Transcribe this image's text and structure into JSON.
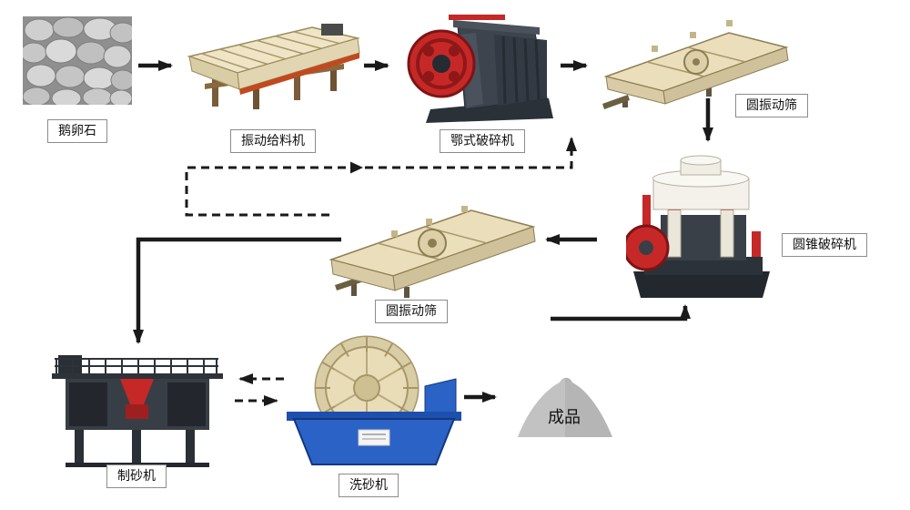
{
  "diagram": {
    "background": "#ffffff",
    "nodes": [
      {
        "id": "pebble",
        "label": "鹅卵石",
        "type": "material-photo"
      },
      {
        "id": "feeder",
        "label": "振动给料机",
        "type": "machine"
      },
      {
        "id": "jaw-crusher",
        "label": "鄂式破碎机",
        "type": "machine"
      },
      {
        "id": "screen-top",
        "label": "圆振动筛",
        "type": "machine"
      },
      {
        "id": "cone-crusher",
        "label": "圆锥破碎机",
        "type": "machine"
      },
      {
        "id": "screen-mid",
        "label": "圆振动筛",
        "type": "machine"
      },
      {
        "id": "sand-maker",
        "label": "制砂机",
        "type": "machine"
      },
      {
        "id": "sand-washer",
        "label": "洗砂机",
        "type": "machine"
      },
      {
        "id": "product",
        "label": "成品",
        "type": "product-pile"
      }
    ],
    "edges": [
      {
        "from": "pebble",
        "to": "feeder",
        "style": "solid"
      },
      {
        "from": "feeder",
        "to": "jaw-crusher",
        "style": "solid"
      },
      {
        "from": "jaw-crusher",
        "to": "screen-top",
        "style": "solid"
      },
      {
        "from": "screen-top",
        "to": "cone-crusher",
        "style": "solid"
      },
      {
        "from": "cone-crusher",
        "to": "screen-mid",
        "style": "solid"
      },
      {
        "from": "screen-mid",
        "to": "cone-crusher",
        "style": "solid"
      },
      {
        "from": "screen-mid",
        "to": "sand-maker",
        "style": "solid"
      },
      {
        "from": "sand-washer",
        "to": "sand-maker",
        "style": "dashed"
      },
      {
        "from": "sand-maker",
        "to": "sand-washer",
        "style": "dashed"
      },
      {
        "from": "sand-washer",
        "to": "product",
        "style": "solid"
      },
      {
        "from": "screen-mid",
        "to": "jaw-crusher",
        "style": "dashed"
      }
    ],
    "colors": {
      "arrow": "#1a1a1a",
      "label_border": "#8c8c8c",
      "machine_beige": "#e9ddba",
      "machine_dark": "#363c44",
      "accent_red": "#c62828",
      "washer_blue": "#2b62c6",
      "pile_gray": "#b5b5b5"
    }
  }
}
